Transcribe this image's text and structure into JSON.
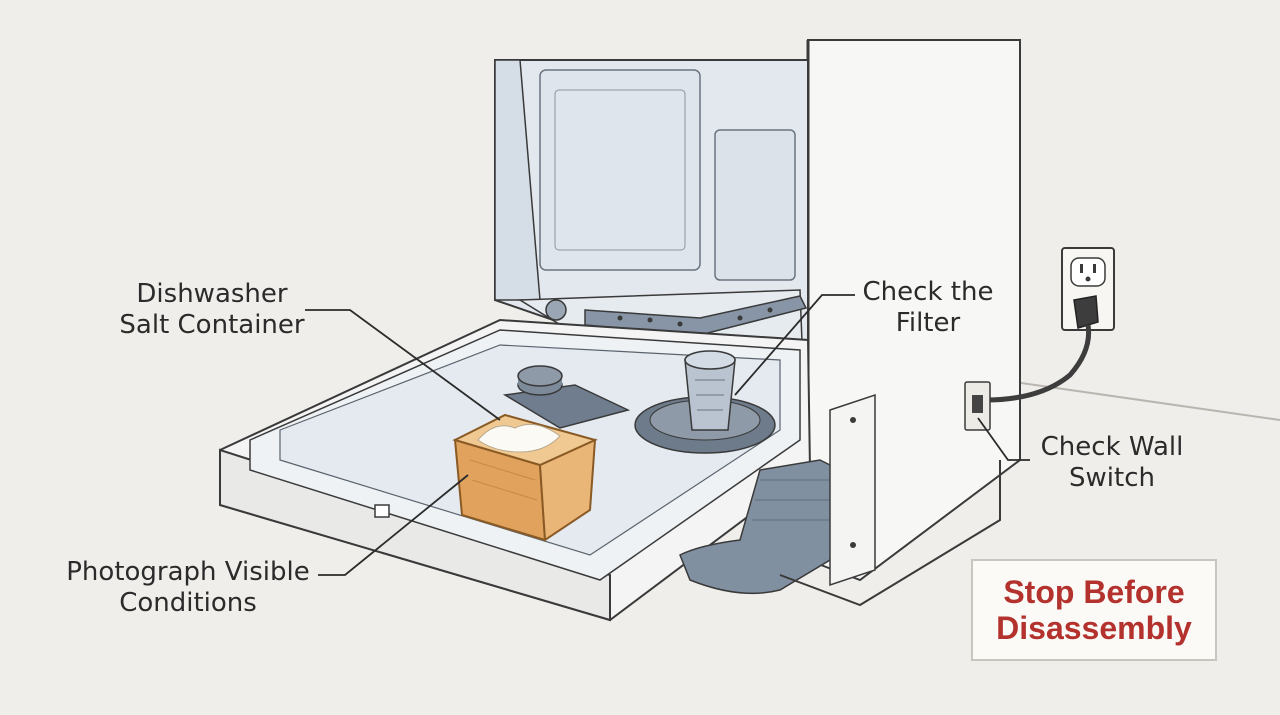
{
  "labels": {
    "salt": [
      "Dishwasher",
      "Salt Container"
    ],
    "filter": [
      "Check the",
      "Filter"
    ],
    "switch": [
      "Check Wall",
      "Switch"
    ],
    "photo": [
      "Photograph Visible",
      "Conditions"
    ]
  },
  "warning": {
    "lines": [
      "Stop Before",
      "Disassembly"
    ],
    "color": "#b3322e"
  },
  "colors": {
    "background": "#efeeea",
    "line": "#3a3a3a",
    "steel": "#c8d2de",
    "salt_container": "#e2a560"
  },
  "icons": {
    "outlet": "wall-outlet-icon",
    "plug": "power-plug-icon"
  }
}
